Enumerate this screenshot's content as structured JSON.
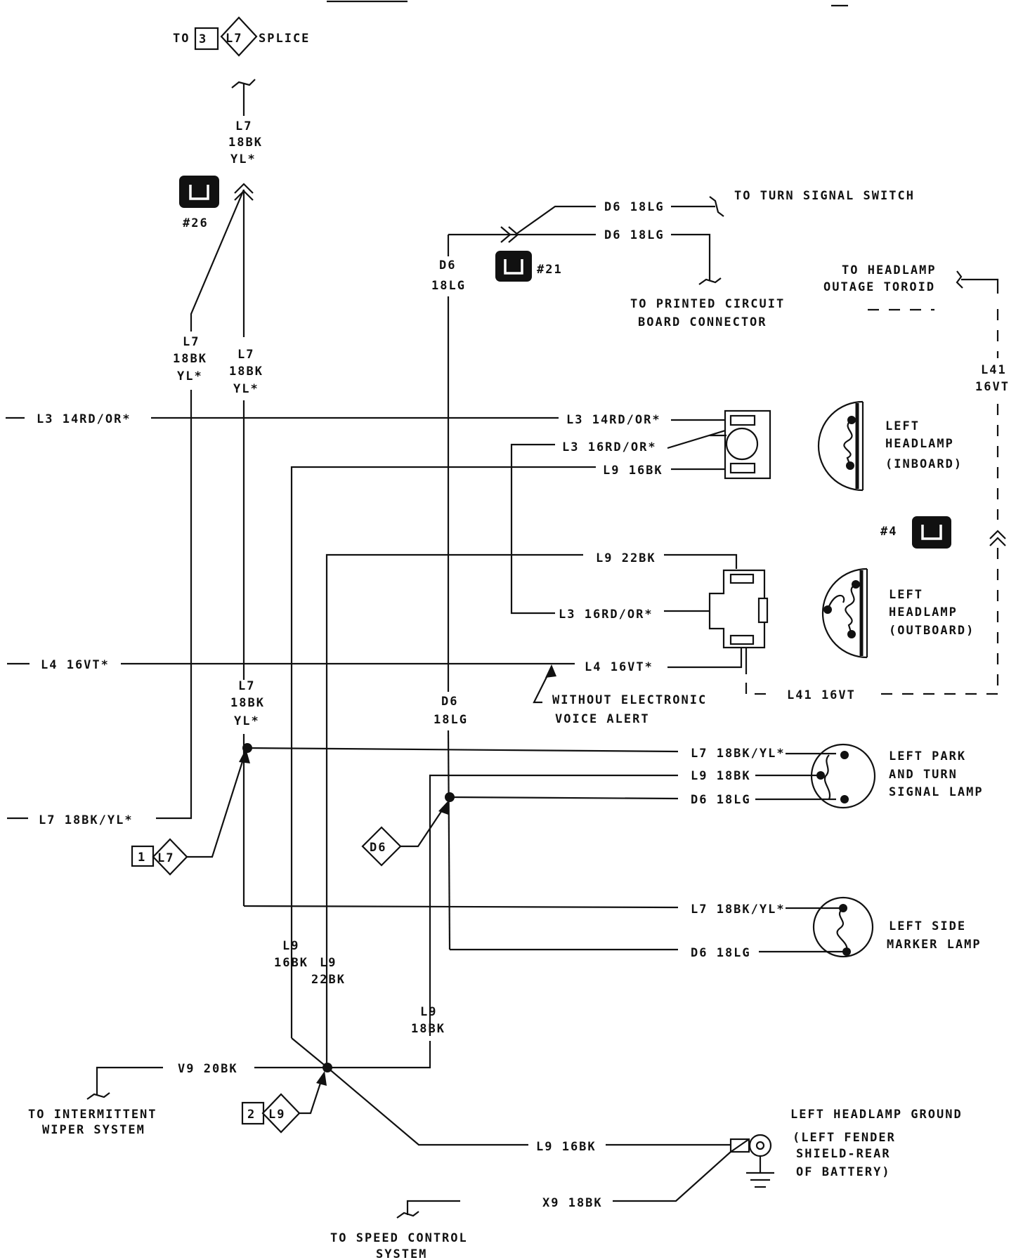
{
  "connectors": {
    "c26": "#26",
    "c21": "#21",
    "c4": "#4"
  },
  "top": {
    "splice_to": "TO",
    "splice_num": "3",
    "splice_ckt": "L7",
    "splice_label": "SPLICE",
    "l7_a": "L7",
    "l7_b": "18BK",
    "l7_c": "YL*"
  },
  "d6": {
    "upper": "D6 18LG",
    "lower": "D6 18LG",
    "turn_signal": "TO TURN SIGNAL SWITCH",
    "pcb_1": "TO PRINTED CIRCUIT",
    "pcb_2": "BOARD CONNECTOR",
    "vert_a": "D6",
    "vert_b": "18LG"
  },
  "toroid": {
    "line1": "TO HEADLAMP",
    "line2": "OUTAGE TOROID"
  },
  "l41": {
    "vert_a": "L41",
    "vert_b": "16VT",
    "horiz": "L41 16VT"
  },
  "left_verticals": {
    "l7_a": "L7",
    "l7_b": "18BK",
    "l7_c": "YL*",
    "l7b_a": "L7",
    "l7b_b": "18BK",
    "l7b_c": "YL*"
  },
  "left_inputs": {
    "l3": "L3 14RD/OR*",
    "l4": "L4 16VT*",
    "l7": "L7 18BK/YL*"
  },
  "inboard": {
    "l3a": "L3 14RD/OR*",
    "l3b": "L3 16RD/OR*",
    "l9": "L9 16BK",
    "lamp_1": "LEFT",
    "lamp_2": "HEADLAMP",
    "lamp_3": "(INBOARD)"
  },
  "outboard": {
    "l9": "L9 22BK",
    "l3": "L3 16RD/OR*",
    "l4": "L4 16VT*",
    "lamp_1": "LEFT",
    "lamp_2": "HEADLAMP",
    "lamp_3": "(OUTBOARD)"
  },
  "evs": {
    "line1": "WITHOUT ELECTRONIC",
    "line2": "VOICE ALERT"
  },
  "mid": {
    "l7_a": "L7",
    "l7_b": "18BK",
    "l7_c": "YL*",
    "d6_a": "D6",
    "d6_b": "18LG"
  },
  "park": {
    "l7": "L7 18BK/YL*",
    "l9": "L9 18BK",
    "d6": "D6 18LG",
    "lamp_1": "LEFT PARK",
    "lamp_2": "AND TURN",
    "lamp_3": "SIGNAL LAMP"
  },
  "splices": {
    "s1_num": "1",
    "s1_ckt": "L7",
    "s2_ckt": "D6",
    "s3_num": "2",
    "s3_ckt": "L9"
  },
  "marker": {
    "l7": "L7 18BK/YL*",
    "d6": "D6 18LG",
    "lamp_1": "LEFT SIDE",
    "lamp_2": "MARKER LAMP"
  },
  "lower": {
    "l9a_a": "L9",
    "l9a_b": "16BK",
    "l9b_a": "L9",
    "l9b_b": "22BK",
    "l9c_a": "L9",
    "l9c_b": "18BK",
    "v9": "V9 20BK",
    "wiper_1": "TO INTERMITTENT",
    "wiper_2": "WIPER SYSTEM"
  },
  "ground": {
    "l9": "L9 16BK",
    "x9": "X9 18BK",
    "title": "LEFT HEADLAMP GROUND",
    "loc_1": "(LEFT FENDER",
    "loc_2": "SHIELD-REAR",
    "loc_3": "OF BATTERY)",
    "speed_1": "TO SPEED CONTROL",
    "speed_2": "SYSTEM"
  }
}
